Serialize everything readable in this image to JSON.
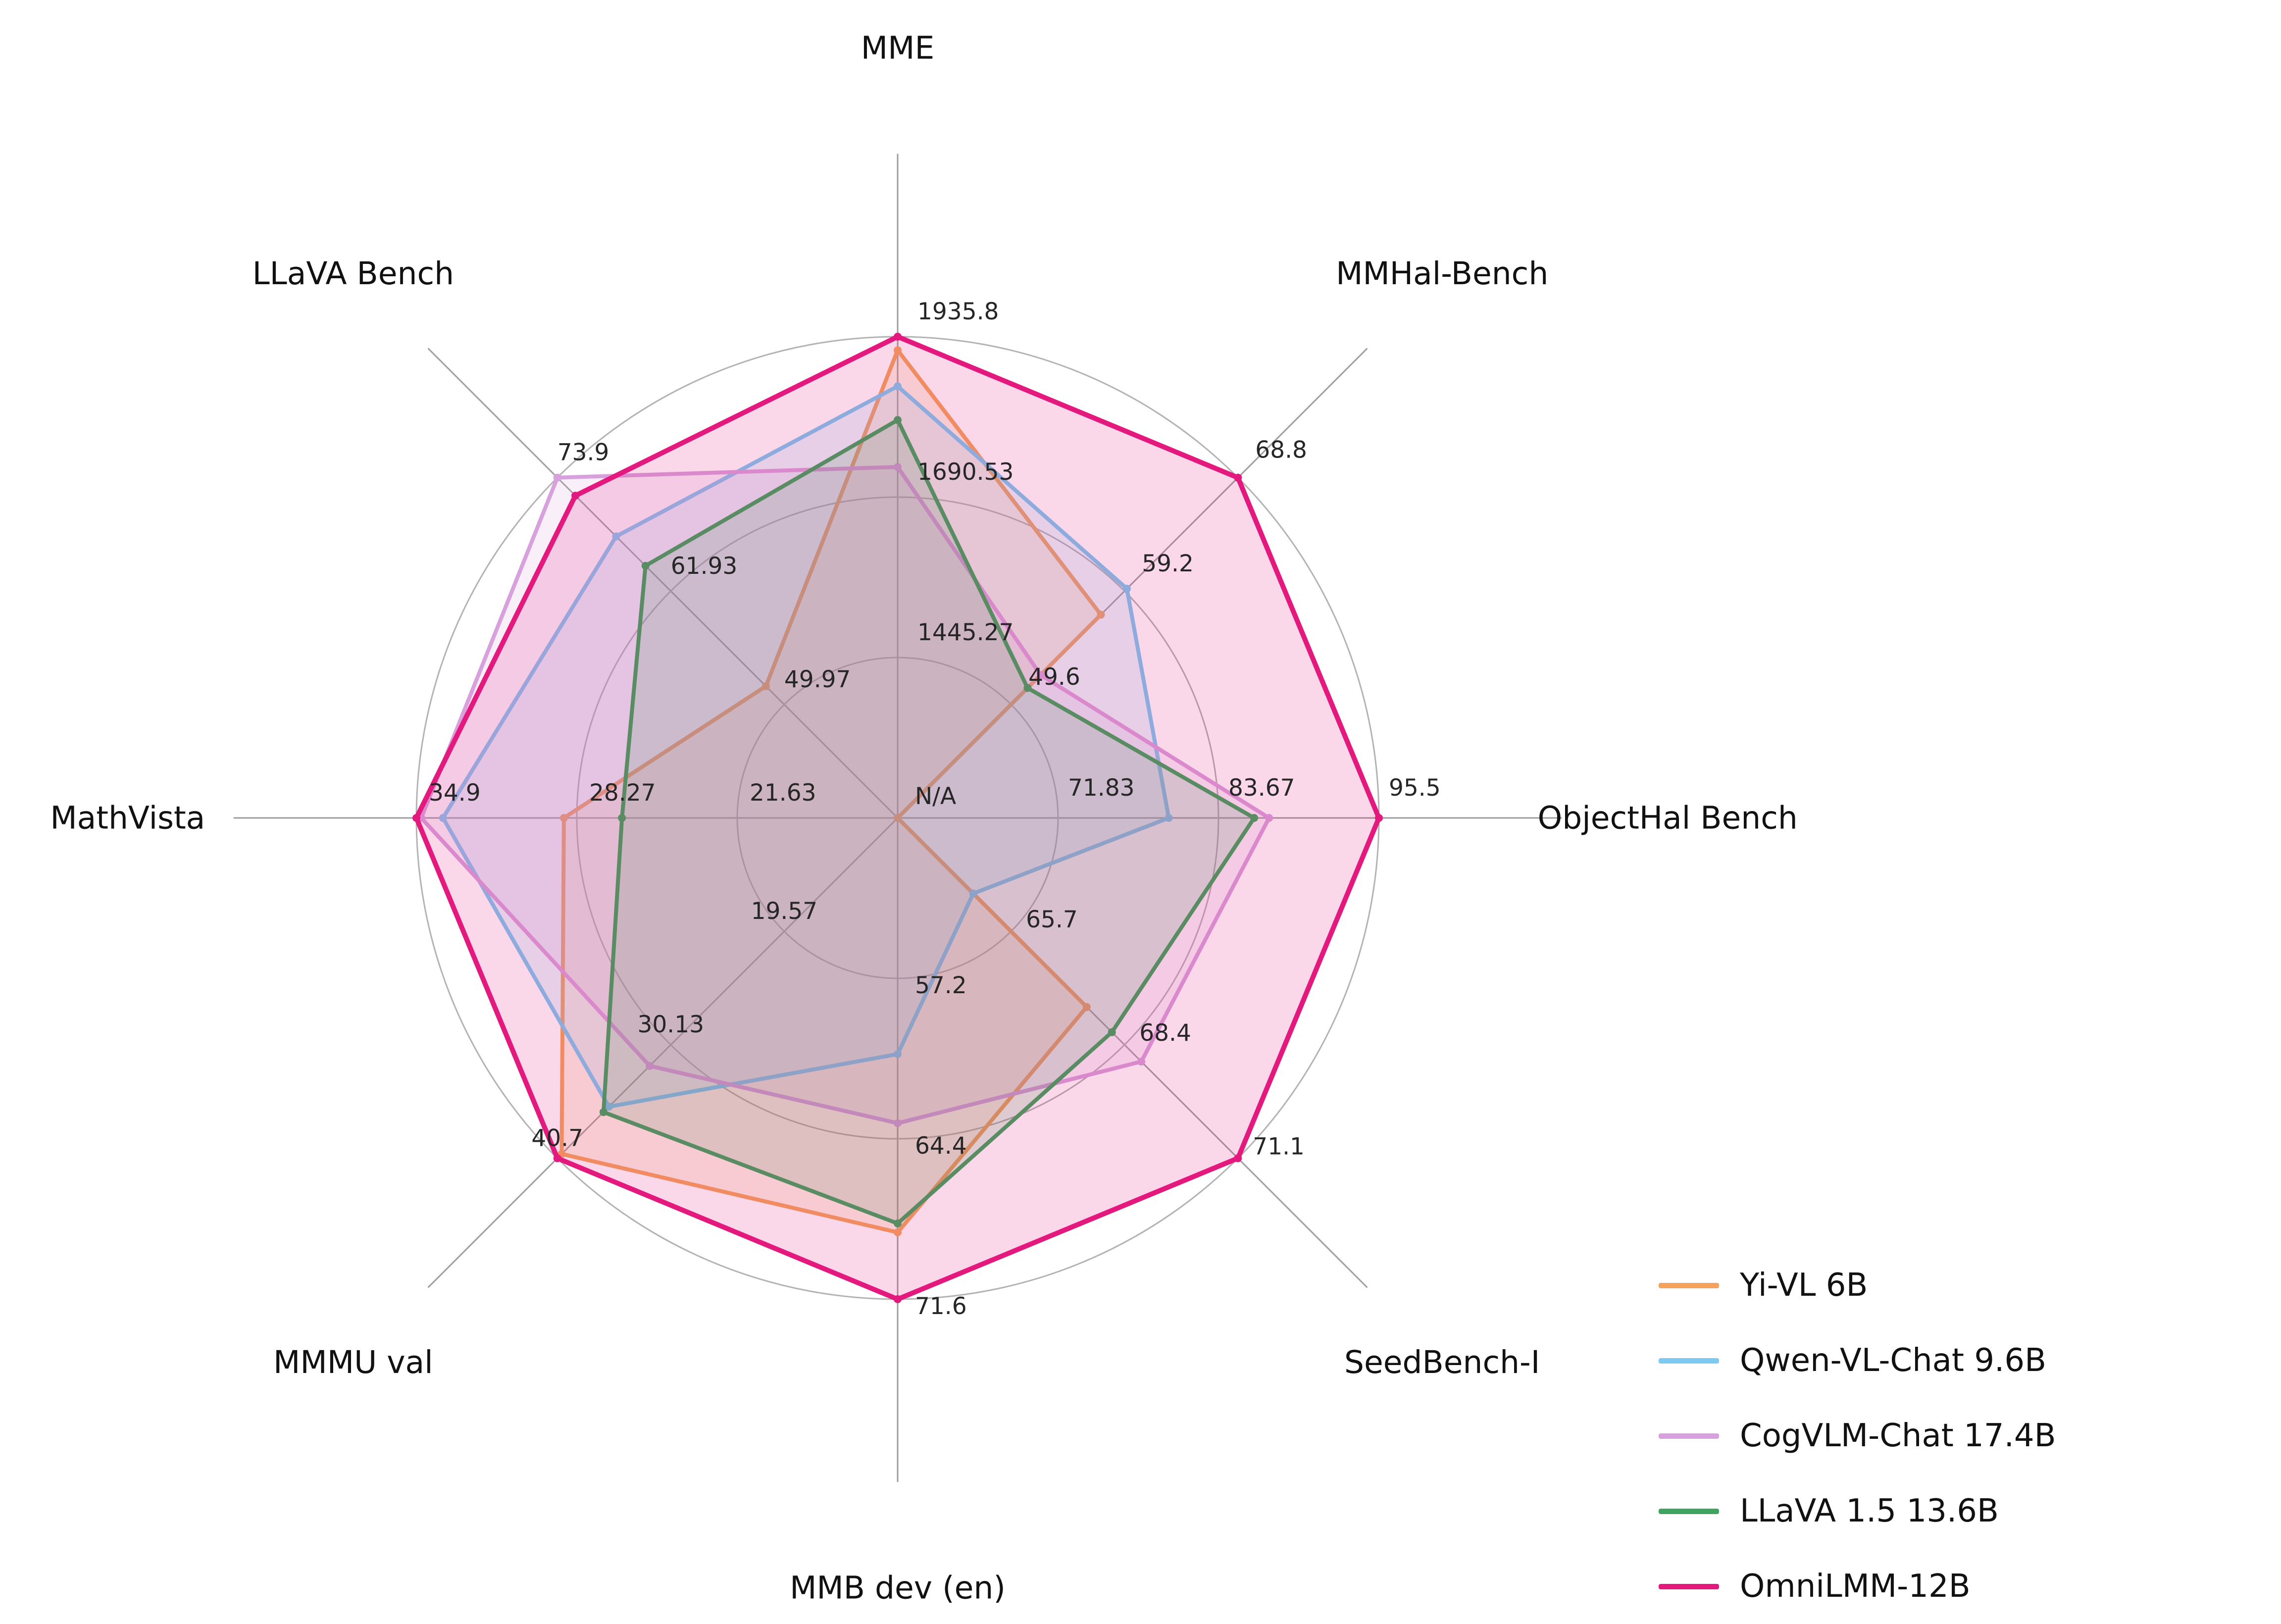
{
  "chart_data": {
    "type": "radar",
    "title": "",
    "center_label": "N/A",
    "grid": true,
    "legend_position": "lower right",
    "axes": [
      {
        "label": "MME",
        "min": 1200,
        "max": 1935.8,
        "ticks": [
          "1445.27",
          "1690.53",
          "1935.8"
        ]
      },
      {
        "label": "MMHal-Bench",
        "min": 40,
        "max": 68.8,
        "ticks": [
          "49.6",
          "59.2",
          "68.8"
        ]
      },
      {
        "label": "ObjectHal Bench",
        "min": 60,
        "max": 95.5,
        "ticks": [
          "71.83",
          "83.67",
          "95.5"
        ]
      },
      {
        "label": "SeedBench-I",
        "min": 63,
        "max": 71.1,
        "ticks": [
          "65.7",
          "68.4",
          "71.1"
        ]
      },
      {
        "label": "MMB dev (en)",
        "min": 50,
        "max": 71.6,
        "ticks": [
          "57.2",
          "64.4",
          "71.6"
        ]
      },
      {
        "label": "MMMU val",
        "min": 9,
        "max": 40.7,
        "ticks": [
          "19.57",
          "30.13",
          "40.7"
        ]
      },
      {
        "label": "MathVista",
        "min": 15,
        "max": 34.9,
        "ticks": [
          "21.63",
          "28.27",
          "34.9"
        ]
      },
      {
        "label": "LLaVA Bench",
        "min": 38,
        "max": 73.9,
        "ticks": [
          "49.97",
          "61.93",
          "73.9"
        ]
      }
    ],
    "series": [
      {
        "name": "Yi-VL 6B",
        "color": "#f5a35c",
        "values": [
          1915.1,
          57.2,
          null,
          67.5,
          68.6,
          40.3,
          28.8,
          51.9
        ]
      },
      {
        "name": "Qwen-VL-Chat 9.6B",
        "color": "#7ec9f2",
        "values": [
          1860,
          59.4,
          80.0,
          64.8,
          60.6,
          35.9,
          33.8,
          67.7
        ]
      },
      {
        "name": "CogVLM-Chat 17.4B",
        "color": "#d8a0dc",
        "values": [
          1736.6,
          52.1,
          87.4,
          68.8,
          63.7,
          32.1,
          34.7,
          73.9
        ]
      },
      {
        "name": "LLaVA 1.5 13.6B",
        "color": "#3ea45e",
        "values": [
          1808.4,
          51.0,
          86.3,
          68.1,
          68.2,
          36.4,
          26.4,
          64.6
        ]
      },
      {
        "name": "OmniLMM-12B",
        "color": "#e3197e",
        "values": [
          1935.8,
          68.8,
          95.5,
          71.1,
          71.6,
          40.7,
          34.9,
          72.0
        ]
      }
    ],
    "style": {
      "grid_color": "#b3b3b3",
      "spoke_color": "#9e9e9e",
      "tick_color": "#262626",
      "title_color": "#111111"
    }
  }
}
